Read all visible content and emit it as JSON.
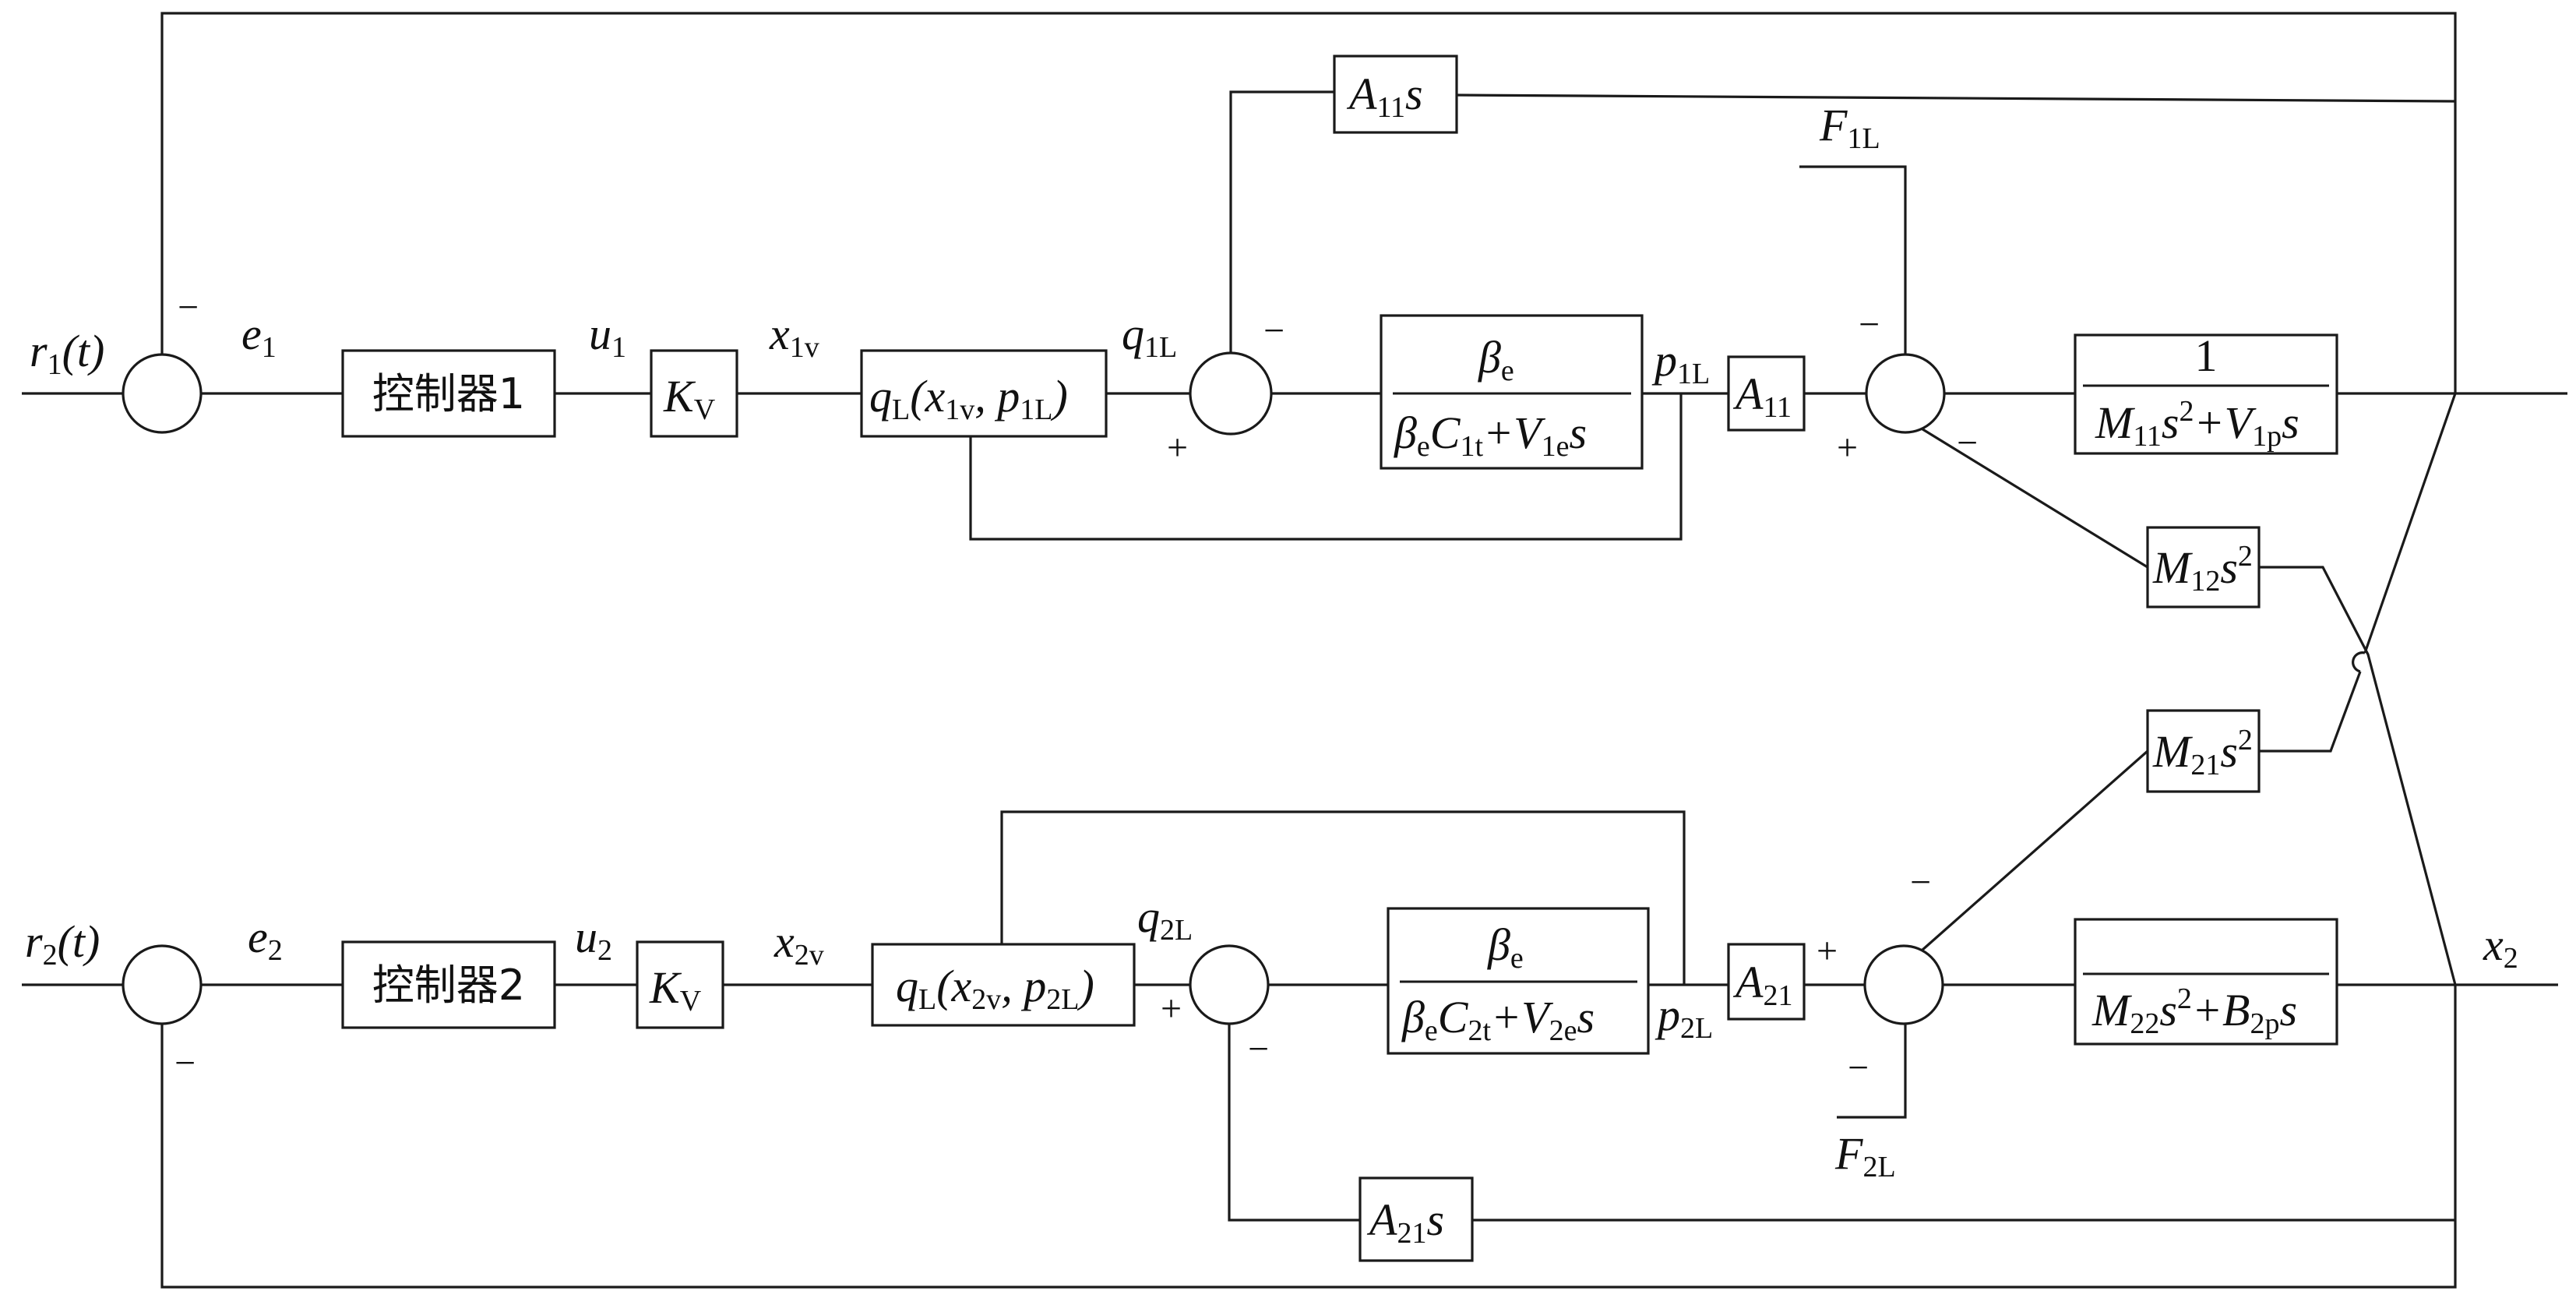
{
  "row1": {
    "input": {
      "base": "r",
      "sub": "1",
      "tail": "(t)"
    },
    "error": {
      "base": "e",
      "sub": "1"
    },
    "controller": "控制器1",
    "u": {
      "base": "u",
      "sub": "1"
    },
    "gain": {
      "base": "K",
      "sub": "V"
    },
    "xv": {
      "base": "x",
      "sub": "1v"
    },
    "flow_fn": {
      "q": "q",
      "q_sub": "L",
      "open": "(",
      "x": "x",
      "x_sub": "1v",
      "comma": ", ",
      "p": "p",
      "p_sub": "1L",
      "close": ")"
    },
    "q": {
      "base": "q",
      "sub": "1L"
    },
    "tf_num": {
      "base": "β",
      "sub": "e"
    },
    "tf_den": {
      "a": "β",
      "a_sub": "e",
      "b": "C",
      "b_sub": "1t",
      "plus": "+",
      "c": "V",
      "c_sub": "1e",
      "d": "s"
    },
    "p": {
      "base": "p",
      "sub": "1L"
    },
    "area": {
      "base": "A",
      "sub": "11"
    },
    "load_force": {
      "base": "F",
      "sub": "1L"
    },
    "plant_num": "1",
    "plant_den": {
      "a": "M",
      "a_sub": "11",
      "b": "s",
      "b_sup": "2",
      "plus": "+",
      "c": "V",
      "c_sub": "1p",
      "d": "s"
    },
    "feedback_block": {
      "base": "A",
      "sub": "11",
      "tail": "s"
    },
    "coupling_block": {
      "base": "M",
      "sub": "12",
      "tail": "s",
      "sup": "2"
    }
  },
  "row2": {
    "input": {
      "base": "r",
      "sub": "2",
      "tail": "(t)"
    },
    "error": {
      "base": "e",
      "sub": "2"
    },
    "controller": "控制器2",
    "u": {
      "base": "u",
      "sub": "2"
    },
    "gain": {
      "base": "K",
      "sub": "V"
    },
    "xv": {
      "base": "x",
      "sub": "2v"
    },
    "flow_fn": {
      "q": "q",
      "q_sub": "L",
      "open": "(",
      "x": "x",
      "x_sub": "2v",
      "comma": ", ",
      "p": "p",
      "p_sub": "2L",
      "close": ")"
    },
    "q": {
      "base": "q",
      "sub": "2L"
    },
    "tf_num": {
      "base": "β",
      "sub": "e"
    },
    "tf_den": {
      "a": "β",
      "a_sub": "e",
      "b": "C",
      "b_sub": "2t",
      "plus": "+",
      "c": "V",
      "c_sub": "2e",
      "d": "s"
    },
    "p": {
      "base": "p",
      "sub": "2L"
    },
    "area": {
      "base": "A",
      "sub": "21"
    },
    "load_force": {
      "base": "F",
      "sub": "2L"
    },
    "plant_den": {
      "a": "M",
      "a_sub": "22",
      "b": "s",
      "b_sup": "2",
      "plus": "+",
      "c": "B",
      "c_sub": "2p",
      "d": "s"
    },
    "output": {
      "base": "x",
      "sub": "2"
    },
    "feedback_block": {
      "base": "A",
      "sub": "21",
      "tail": "s"
    },
    "coupling_block": {
      "base": "M",
      "sub": "21",
      "tail": "s",
      "sup": "2"
    }
  },
  "signs": {
    "plus": "+",
    "minus": "−"
  }
}
